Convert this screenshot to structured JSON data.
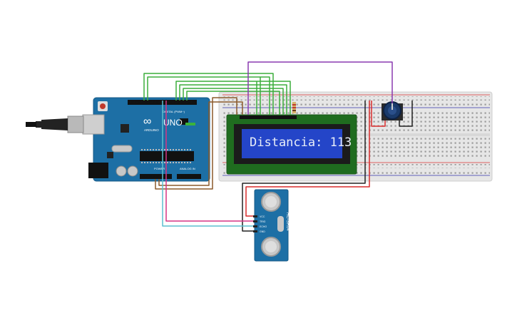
{
  "lcd": {
    "text": "Distancia: 113"
  },
  "arduino": {
    "brand": "ARDUINO",
    "model": "UNO",
    "logo_symbol": "∞",
    "digital_label": "DIGITAL (PWM~)",
    "power_label": "POWER",
    "analog_label": "ANALOG IN"
  },
  "sensor": {
    "model": "HC-SR04",
    "pins": [
      "VCC",
      "TRIG",
      "ECHO",
      "GND"
    ]
  },
  "colors": {
    "arduino_board": "#1d6fa5",
    "breadboard": "#e6e6e6",
    "lcd_frame": "#1f6c1f",
    "lcd_screen": "#2445c8",
    "wire_green": "#3cae3c",
    "wire_purple": "#8a3ab0",
    "wire_brown": "#8b5a2b",
    "wire_red": "#d92c2c",
    "wire_black": "#222222",
    "wire_pink": "#d63384",
    "wire_cyan": "#5bbfcf"
  }
}
